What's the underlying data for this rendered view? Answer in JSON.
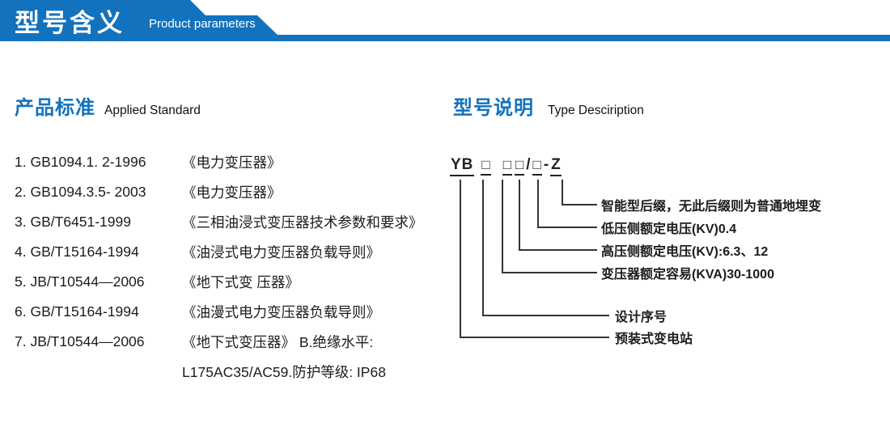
{
  "header": {
    "title": "型号含义",
    "subtitle": "Product parameters",
    "accent_color": "#1272BE"
  },
  "standards": {
    "heading_cn": "产品标准",
    "heading_en": "Applied Standard",
    "items": [
      {
        "code": "1. GB1094.1. 2-1996",
        "title": "《电力变压器》"
      },
      {
        "code": "2. GB1094.3.5- 2003",
        "title": "《电力变压器》"
      },
      {
        "code": "3. GB/T6451-1999",
        "title": "《三相油浸式变压器技术参数和要求》"
      },
      {
        "code": "4. GB/T15164-1994",
        "title": "《油浸式电力变压器负载导则》"
      },
      {
        "code": "5. JB/T10544—2006",
        "title": "《地下式变 压器》"
      },
      {
        "code": "6. GB/T15164-1994",
        "title": "《油漫式电力变压器负载导则》"
      },
      {
        "code": "7. JB/T10544—2006",
        "title": "《地下式变压器》 B.绝缘水平:"
      }
    ],
    "continuation": "L175AC35/AC59.防护等级: IP68"
  },
  "model": {
    "heading_cn": "型号说明",
    "heading_en": "Type Desciription",
    "code_parts": {
      "prefix": "YB",
      "box1": "□",
      "box2": "□",
      "box3": "□",
      "slash": "/",
      "box4": "□",
      "dash": "-",
      "suffix": "Z"
    },
    "labels": [
      "智能型后缀，无此后缀则为普通地埋变",
      "低压侧额定电压(KV)0.4",
      "高压侧额定电压(KV):6.3、12",
      "变压器额定容易(KVA)30-1000",
      "设计序号",
      "预装式变电站"
    ]
  }
}
